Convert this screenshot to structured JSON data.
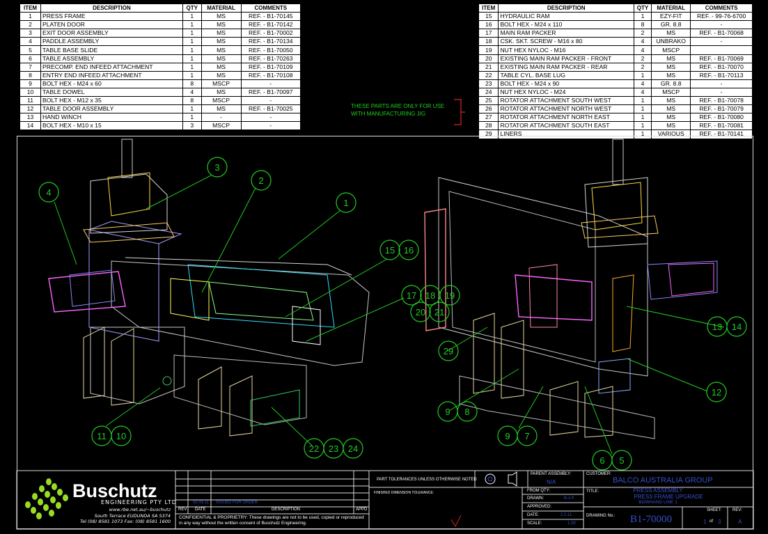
{
  "bom_left": {
    "headers": [
      "ITEM",
      "DESCRIPTION",
      "QTY",
      "MATERIAL",
      "COMMENTS"
    ],
    "rows": [
      [
        "1",
        "PRESS FRAME",
        "1",
        "MS",
        "REF. - B1-70145"
      ],
      [
        "2",
        "PLATEN DOOR",
        "1",
        "MS",
        "REF. - B1-70142"
      ],
      [
        "3",
        "EXIT DOOR ASSEMBLY",
        "1",
        "MS",
        "REF. - B1-70002"
      ],
      [
        "4",
        "PADDLE ASSEMBLY",
        "1",
        "MS",
        "REF. - B1-70134"
      ],
      [
        "5",
        "TABLE BASE SLIDE",
        "1",
        "MS",
        "REF. - B1-70050"
      ],
      [
        "6",
        "TABLE ASSEMBLY",
        "1",
        "MS",
        "REF. - B1-70263"
      ],
      [
        "7",
        "PRECOMP. END INFEED ATTACHMENT",
        "1",
        "MS",
        "REF. - B1-70109"
      ],
      [
        "8",
        "ENTRY END INFEED ATTACHMENT",
        "1",
        "MS",
        "REF. - B1-70108"
      ],
      [
        "9",
        "BOLT HEX - M24 x 60",
        "8",
        "MSCP",
        "-"
      ],
      [
        "10",
        "TABLE DOWEL",
        "4",
        "MS",
        "REF. - B1-70097"
      ],
      [
        "11",
        "BOLT HEX - M12 x 35",
        "8",
        "MSCP",
        "-"
      ],
      [
        "12",
        "TABLE DOOR ASSEMBLY",
        "1",
        "MS",
        "REF. - B1-70025"
      ],
      [
        "13",
        "HAND WINCH",
        "1",
        "-",
        "-"
      ],
      [
        "14",
        "BOLT HEX - M10 x 15",
        "3",
        "MSCP",
        "-"
      ]
    ]
  },
  "bom_right": {
    "headers": [
      "ITEM",
      "DESCRIPTION",
      "QTY",
      "MATERIAL",
      "COMMENTS"
    ],
    "rows": [
      [
        "15",
        "HYDRAULIC RAM",
        "1",
        "EZY-FIT",
        "REF. - 99-76-6700"
      ],
      [
        "16",
        "BOLT HEX - M24 x 110",
        "8",
        "GR. 8.8",
        "-"
      ],
      [
        "17",
        "MAIN RAM PACKER",
        "2",
        "MS",
        "REF. - B1-70068"
      ],
      [
        "18",
        "CSK. SKT. SCREW - M16 x 80",
        "4",
        "UNBRAKO",
        "-"
      ],
      [
        "19",
        "NUT HEX NYLOC - M16",
        "4",
        "MSCP",
        ""
      ],
      [
        "20",
        "EXISTING MAIN RAM PACKER - FRONT",
        "2",
        "MS",
        "REF. - B1-70069"
      ],
      [
        "21",
        "EXISTING MAIN RAM PACKER - REAR",
        "2",
        "MS",
        "REF. - B1-70070"
      ],
      [
        "22",
        "TABLE CYL. BASE LUG",
        "1",
        "MS",
        "REF. - B1-70113"
      ],
      [
        "23",
        "BOLT HEX - M24 x 90",
        "4",
        "GR. 8.8",
        "-"
      ],
      [
        "24",
        "NUT HEX NYLOC - M24",
        "4",
        "MSCP",
        "-"
      ],
      [
        "25",
        "ROTATOR ATTACHMENT SOUTH WEST",
        "1",
        "MS",
        "REF. - B1-70078"
      ],
      [
        "26",
        "ROTATOR ATTACHMENT NORTH WEST",
        "1",
        "MS",
        "REF. - B1-70079"
      ],
      [
        "27",
        "ROTATOR ATTACHMENT NORTH EAST",
        "1",
        "MS",
        "REF. - B1-70080"
      ],
      [
        "28",
        "ROTATOR ATTACHMENT SOUTH EAST",
        "1",
        "MS",
        "REF. - B1-70081"
      ],
      [
        "29",
        "LINERS",
        "1",
        "VARIOUS",
        "REF. - B1-70141"
      ]
    ]
  },
  "note": "THESE PARTS ARE ONLY FOR USE\nWITH MANUFACTURING JIG",
  "balloons_left": [
    "1",
    "2",
    "3",
    "4",
    "15",
    "16",
    "17",
    "18",
    "19",
    "20",
    "21",
    "11",
    "10",
    "22",
    "23",
    "24"
  ],
  "balloons_right": [
    "29",
    "13",
    "14",
    "12",
    "9",
    "8",
    "9",
    "7",
    "6",
    "5"
  ],
  "title_block": {
    "company": "Buschutz",
    "company_sub": "ENGINEERING PTY LTD",
    "web": "www.rbe.net.au/~buschutz",
    "address": "South Terrace  EUDUNDA SA 5374",
    "phone": "Tel (08) 8581 1073  Fax: (08) 8581 1600",
    "rev_headers": [
      "REV",
      "DATE",
      "DESCRIPTION",
      "APPD"
    ],
    "rev_row": [
      "",
      "02.03.11",
      "ISSUED FOR ORDER",
      ""
    ],
    "confidential": "CONFIDENTIAL & PROPRIETRY: These drawings are not to be used, copied or reproduced in any way without the written consent of Buschutz Engineering.",
    "tolerances_title": "PART TOLERANCES UNLESS OTHERWISE NOTED",
    "tolerances_sub": "FINISHED DIMENSION TOLERANCE:",
    "parent_assembly_label": "PARENT ASSEMBLY:",
    "parent_assembly": "N/A",
    "customer_label": "CUSTOMER:",
    "customer": "BALCO AUSTRALIA GROUP",
    "title_label": "TITLE:",
    "title_1": "PRESS ASSEMBLY",
    "title_2": "PRESS FRAME UPGRADE",
    "title_3": "BOWHAND LINE 1",
    "from_qty_label": "FROM QTY:",
    "drawn_label": "DRAWN:",
    "drawn": "B.J.P.",
    "approved_label": "APPROVED:",
    "date_label": "DATE:",
    "date": "2.2.11",
    "scale_label": "SCALE:",
    "scale": "1:25",
    "drawing_no_label": "DRAWING No.:",
    "drawing_no": "B1-70000",
    "sheet_label": "SHEET:",
    "sheet": "1",
    "sheet_of": "of",
    "sheet_total": "3",
    "rev_label": "REV:",
    "rev": "A"
  },
  "colors": {
    "background": "#000000",
    "balloon": "#22cc22",
    "note": "#22cc22",
    "bracket": "#dd2222",
    "title_blue": "#3650c8"
  }
}
